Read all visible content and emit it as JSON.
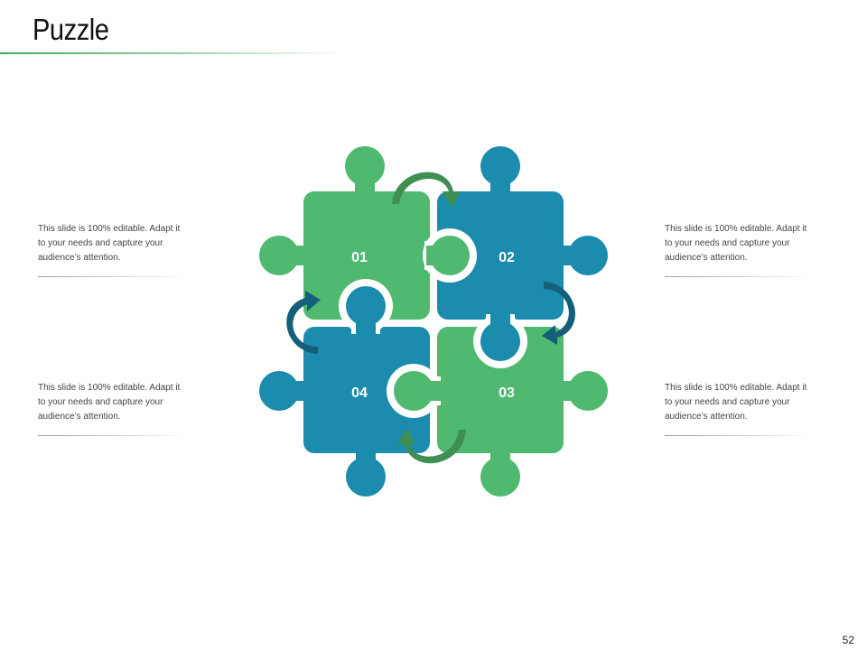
{
  "slide": {
    "title": "Puzzle",
    "page_number": "52"
  },
  "colors": {
    "green": "#4eb96f",
    "blue": "#1b8bae",
    "arrow_green": "#3f8f53",
    "arrow_blue": "#14607a"
  },
  "pieces": [
    {
      "number": "01"
    },
    {
      "number": "02"
    },
    {
      "number": "03"
    },
    {
      "number": "04"
    }
  ],
  "notes": {
    "top_left": [
      "This slide is 100% editable. Adapt it",
      "to your needs and capture your",
      "audience’s attention."
    ],
    "bottom_left": [
      "This slide is 100% editable. Adapt it",
      "to your needs and capture your",
      "audience’s attention."
    ],
    "top_right": [
      "This slide is 100% editable. Adapt it",
      "to your needs and capture your",
      "audience’s attention."
    ],
    "bottom_right": [
      "This slide is 100% editable. Adapt it",
      "to your needs and capture your",
      "audience’s attention."
    ]
  }
}
